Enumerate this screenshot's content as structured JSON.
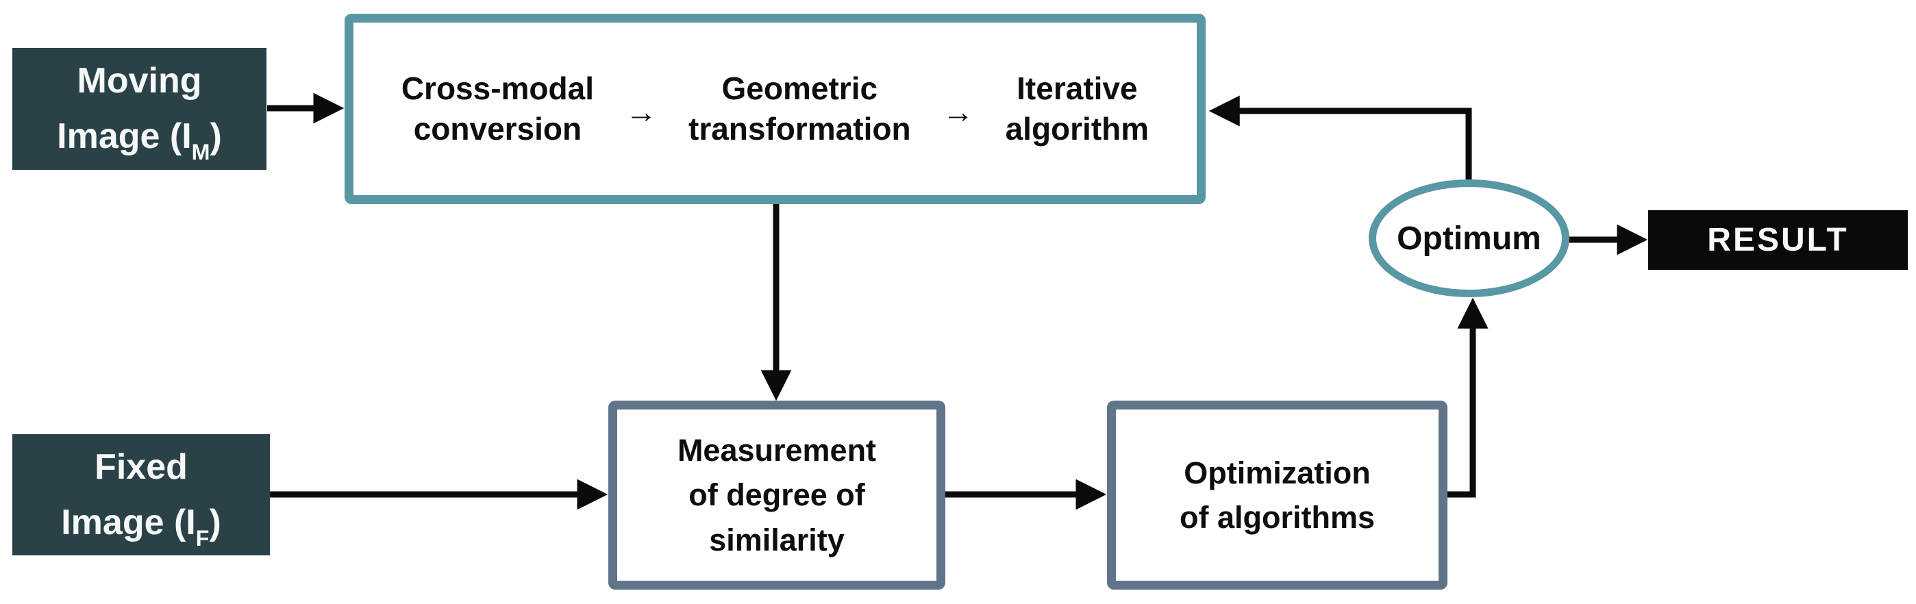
{
  "colors": {
    "dark_node_fill": "#2a4247",
    "teal_accent": "#5897a4",
    "slate_accent": "#60748a",
    "result_fill": "#0a0a0a",
    "arrow_color": "#0b0b0b",
    "light_text": "#f6f8f8",
    "dark_text": "#0e0e0e"
  },
  "nodes": {
    "moving_image": {
      "line1": "Moving",
      "line2_prefix": "Image (I",
      "subscript": "M",
      "line2_suffix": ")"
    },
    "fixed_image": {
      "line1": "Fixed",
      "line2_prefix": "Image (I",
      "subscript": "F",
      "line2_suffix": ")"
    },
    "pipeline": {
      "separator": "→",
      "steps": [
        {
          "label": "Cross-modal\nconversion"
        },
        {
          "label": "Geometric\ntransformation"
        },
        {
          "label": "Iterative\nalgorithm"
        }
      ]
    },
    "measurement": {
      "label": "Measurement\nof degree of\nsimilarity"
    },
    "optimization": {
      "label": "Optimization\nof algorithms"
    },
    "optimum": {
      "label": "Optimum"
    },
    "result": {
      "label": "RESULT"
    }
  },
  "edges": [
    {
      "from": "moving_image",
      "to": "pipeline"
    },
    {
      "from": "pipeline",
      "to": "measurement"
    },
    {
      "from": "fixed_image",
      "to": "measurement"
    },
    {
      "from": "measurement",
      "to": "optimization"
    },
    {
      "from": "optimization",
      "to": "optimum"
    },
    {
      "from": "optimum",
      "to": "pipeline",
      "type": "feedback"
    },
    {
      "from": "optimum",
      "to": "result"
    }
  ]
}
